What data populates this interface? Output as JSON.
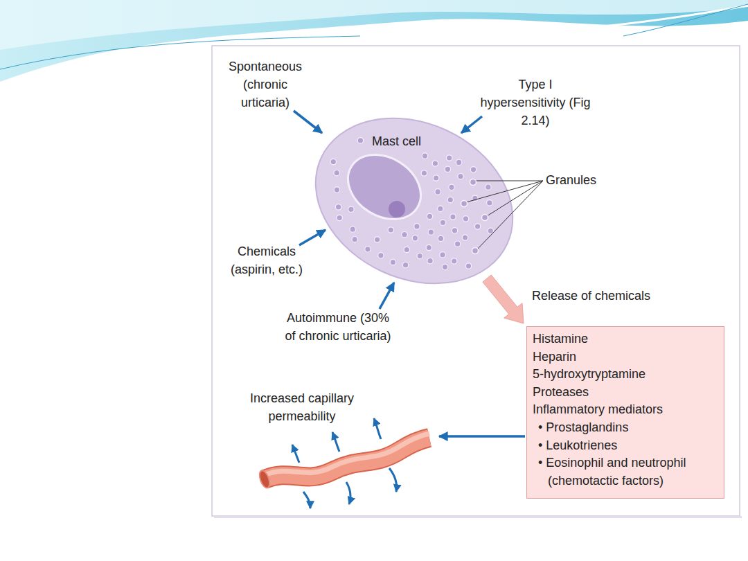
{
  "diagram": {
    "nodes": [
      {
        "text": [
          "Mast cell"
        ]
      },
      {
        "text": [
          "Histamine",
          "Heparin",
          "5-hydroxytryptamine",
          "Proteases",
          "Inflammatory mediators",
          "• Prostaglandins",
          "• Leukotrienes",
          "• Eosinophil and neutrophil (chemotactic factors)"
        ]
      },
      {
        "text": [
          "Increased capillary permeability"
        ]
      }
    ],
    "edges": [
      {
        "from": 0,
        "to": 1,
        "arrow": "to",
        "label": "Release of chemicals"
      },
      {
        "from": 1,
        "to": 2,
        "arrow": "to"
      }
    ],
    "labels": [
      "Spontaneous (chronic urticaria)",
      "Type I hypersensitivity (Fig 2.14)",
      "Granules",
      "Chemicals (aspirin, etc.)",
      "Autoimmune (30% of chronic urticaria)"
    ]
  }
}
